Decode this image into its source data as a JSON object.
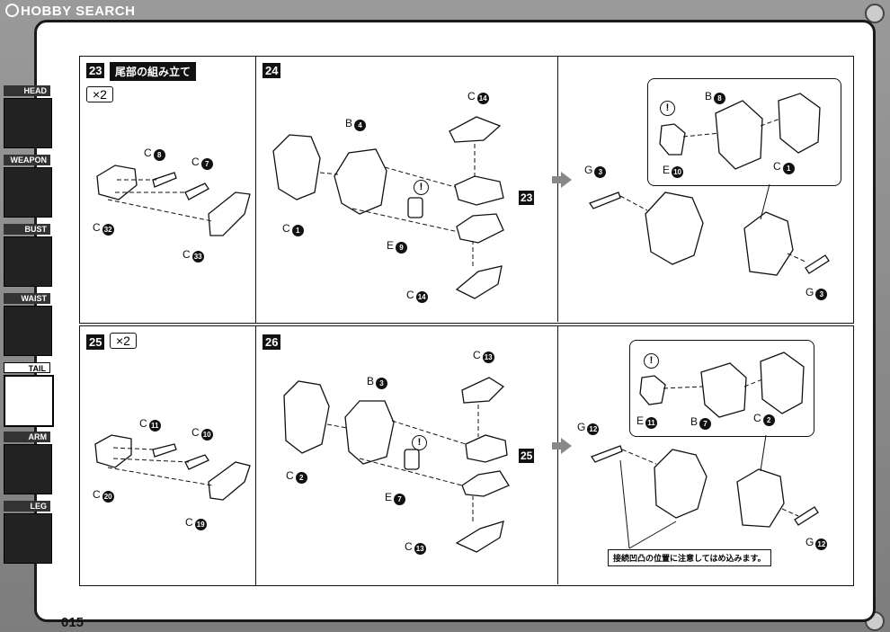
{
  "site_logo": "HOBBY SEARCH",
  "page_number": "015",
  "sidebar": {
    "items": [
      {
        "label": "HEAD",
        "active": false
      },
      {
        "label": "WEAPON",
        "active": false
      },
      {
        "label": "BUST",
        "active": false
      },
      {
        "label": "WAIST",
        "active": false
      },
      {
        "label": "TAIL",
        "active": true
      },
      {
        "label": "ARM",
        "active": false
      },
      {
        "label": "LEG",
        "active": false
      }
    ]
  },
  "steps": {
    "s23": {
      "num": "23",
      "title": "尾部の組み立て",
      "multiplier": "×2",
      "labels": [
        {
          "letter": "C",
          "num": "8"
        },
        {
          "letter": "C",
          "num": "7"
        },
        {
          "letter": "C",
          "num": "32"
        },
        {
          "letter": "C",
          "num": "33"
        }
      ]
    },
    "s24": {
      "num": "24",
      "labels": [
        {
          "letter": "C",
          "num": "14"
        },
        {
          "letter": "B",
          "num": "4"
        },
        {
          "letter": "C",
          "num": "1"
        },
        {
          "letter": "E",
          "num": "9"
        },
        {
          "letter": "C",
          "num": "14"
        }
      ],
      "ref": "23",
      "result_labels": [
        {
          "letter": "G",
          "num": "3"
        },
        {
          "letter": "G",
          "num": "3"
        }
      ],
      "inset_labels": [
        {
          "letter": "B",
          "num": "8"
        },
        {
          "letter": "E",
          "num": "10"
        },
        {
          "letter": "C",
          "num": "1"
        }
      ],
      "caution": "!"
    },
    "s25": {
      "num": "25",
      "multiplier": "×2",
      "labels": [
        {
          "letter": "C",
          "num": "11"
        },
        {
          "letter": "C",
          "num": "10"
        },
        {
          "letter": "C",
          "num": "20"
        },
        {
          "letter": "C",
          "num": "19"
        }
      ]
    },
    "s26": {
      "num": "26",
      "labels": [
        {
          "letter": "C",
          "num": "13"
        },
        {
          "letter": "B",
          "num": "3"
        },
        {
          "letter": "C",
          "num": "2"
        },
        {
          "letter": "E",
          "num": "7"
        },
        {
          "letter": "C",
          "num": "13"
        }
      ],
      "ref": "25",
      "result_labels": [
        {
          "letter": "G",
          "num": "12"
        },
        {
          "letter": "G",
          "num": "12"
        }
      ],
      "inset_labels": [
        {
          "letter": "E",
          "num": "11"
        },
        {
          "letter": "B",
          "num": "7"
        },
        {
          "letter": "C",
          "num": "2"
        }
      ],
      "caution": "!",
      "note": "接続凹凸の位置に注意してはめ込みます。"
    }
  }
}
